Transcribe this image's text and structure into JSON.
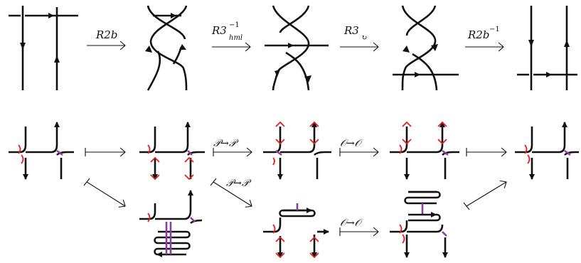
{
  "top_row": {
    "moves": [
      {
        "base": "R2b",
        "sup": "",
        "sub": ""
      },
      {
        "base": "R3",
        "sup": "−1",
        "sub": "hml"
      },
      {
        "base": "R3",
        "sup": "",
        "sub": "↻"
      },
      {
        "base": "R2b",
        "sup": "−1",
        "sub": ""
      }
    ]
  },
  "bottom_row": {
    "labels": {
      "pp_top": "𝒫→𝒫",
      "pp_diag": "𝒫→𝒫",
      "oo_top": "𝒪→𝒪",
      "oo_low": "𝒪→𝒪"
    }
  },
  "colors": {
    "ink": "#111111",
    "red_marks": "#e02020",
    "purple_edge": "#8a3fa0"
  }
}
